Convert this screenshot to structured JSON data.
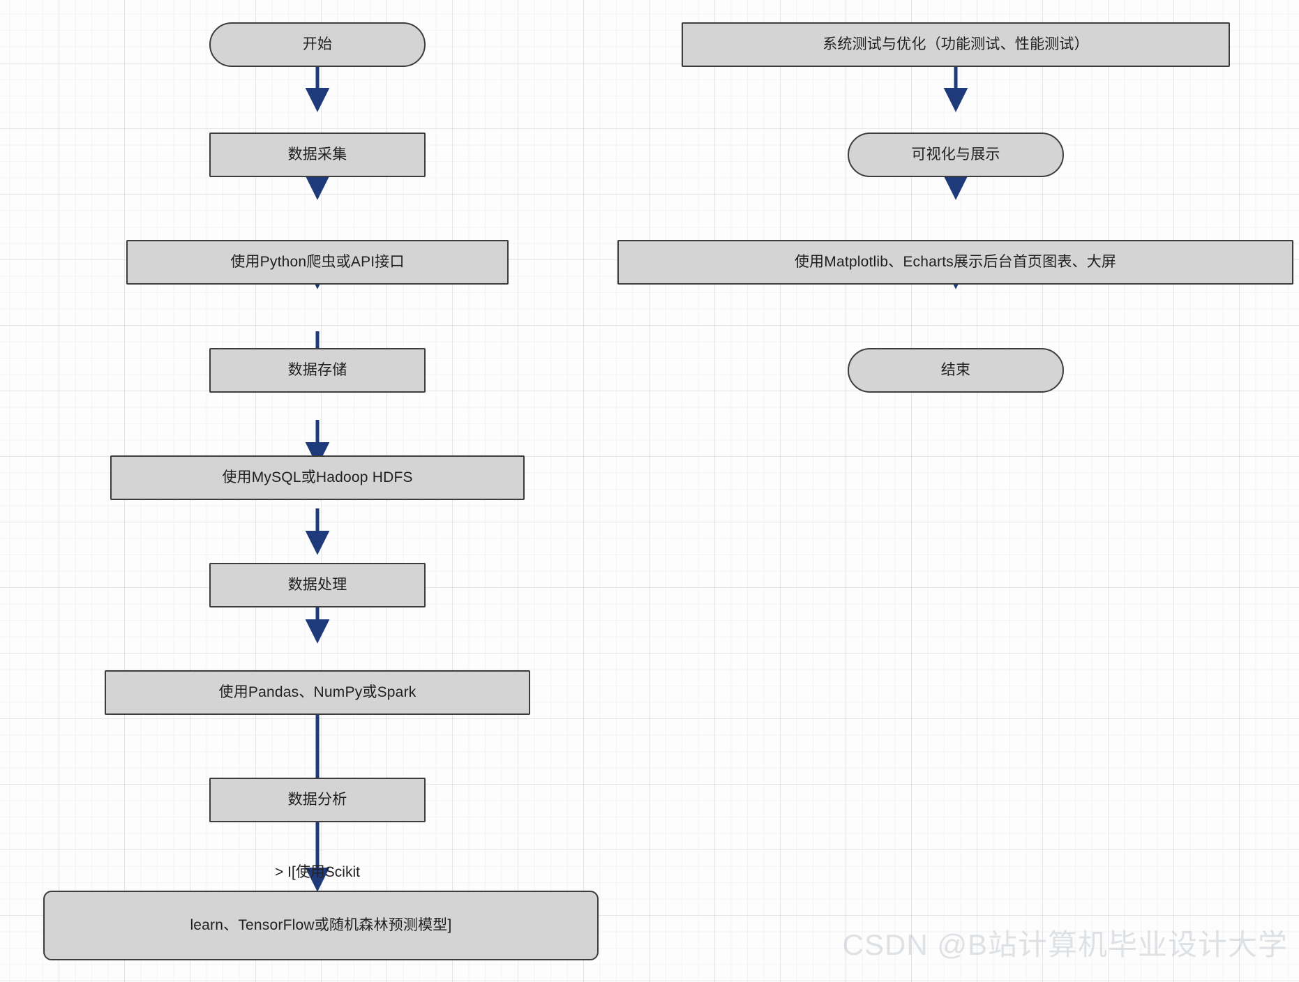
{
  "diagram": {
    "title": "data-platform-flowchart",
    "accent_edge_color": "#1f3a7a",
    "node_fill": "#d4d4d4",
    "node_stroke": "#3c3c3c",
    "left_column": {
      "nodes": [
        {
          "id": "start",
          "label": "开始",
          "shape": "stadium"
        },
        {
          "id": "collect",
          "label": "数据采集",
          "shape": "rect"
        },
        {
          "id": "collect_tool",
          "label": "使用Python爬虫或API接口",
          "shape": "rect"
        },
        {
          "id": "store",
          "label": "数据存储",
          "shape": "rect"
        },
        {
          "id": "store_tool",
          "label": "使用MySQL或Hadoop HDFS",
          "shape": "rect"
        },
        {
          "id": "process",
          "label": "数据处理",
          "shape": "rect"
        },
        {
          "id": "process_tool",
          "label": "使用Pandas、NumPy或Spark",
          "shape": "rect"
        },
        {
          "id": "analyze",
          "label": "数据分析",
          "shape": "rect"
        },
        {
          "id": "model",
          "label": "learn、TensorFlow或随机森林预测模型]",
          "shape": "rounded"
        }
      ],
      "edge_labels": [
        {
          "from": "analyze",
          "to": "model",
          "text": "> I[使用Scikit"
        }
      ]
    },
    "right_column": {
      "nodes": [
        {
          "id": "test",
          "label": "系统测试与优化（功能测试、性能测试）",
          "shape": "rect"
        },
        {
          "id": "visualize",
          "label": "可视化与展示",
          "shape": "stadium"
        },
        {
          "id": "vis_tool",
          "label": "使用Matplotlib、Echarts展示后台首页图表、大屏",
          "shape": "rect"
        },
        {
          "id": "end",
          "label": "结束",
          "shape": "stadium"
        }
      ],
      "edge_labels": []
    },
    "watermark": "CSDN @B站计算机毕业设计大学"
  }
}
